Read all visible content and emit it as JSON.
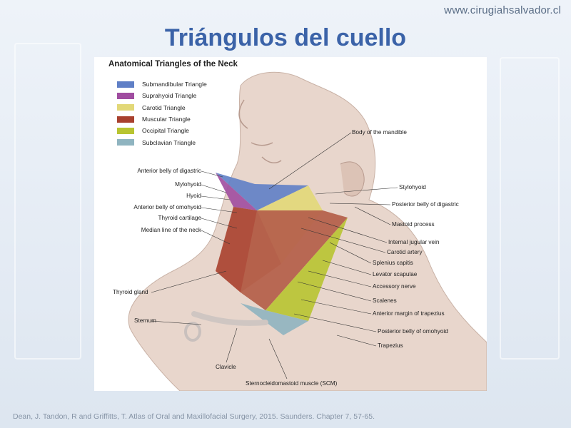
{
  "site_url": "www.cirugiahsalvador.cl",
  "slide_title": "Triángulos del cuello",
  "figure": {
    "title": "Anatomical Triangles of the Neck",
    "legend": [
      {
        "label": "Submandibular Triangle",
        "color": "#5f7fc6"
      },
      {
        "label": "Suprahyoid Triangle",
        "color": "#a04da0"
      },
      {
        "label": "Carotid Triangle",
        "color": "#e2d878"
      },
      {
        "label": "Muscular Triangle",
        "color": "#a8402e"
      },
      {
        "label": "Occipital Triangle",
        "color": "#b8c431"
      },
      {
        "label": "Subclavian Triangle",
        "color": "#8fb4c0"
      }
    ],
    "labels_left": [
      "Anterior belly of digastric",
      "Mylohyoid",
      "Hyoid",
      "Anterior belly of omohyoid",
      "Thyroid cartilage",
      "Median line of the neck",
      "Thyroid gland",
      "Sternum"
    ],
    "labels_right": [
      "Body of the mandible",
      "Stylohyoid",
      "Posterior belly of digastric",
      "Mastoid process",
      "Internal jugular vein",
      "Carotid artery",
      "Splenius capitis",
      "Levator scapulae",
      "Accessory nerve",
      "Scalenes",
      "Anterior margin of trapezius",
      "Posterior belly of omohyoid",
      "Trapezius"
    ],
    "labels_bottom": [
      "Clavicle",
      "Sternocleidomastoid muscle (SCM)"
    ]
  },
  "citation": "Dean, J.  Tandon, R and Griffitts, T.  Atlas of Oral and Maxillofacial Surgery,  2015. Saunders.  Chapter 7, 57-65."
}
